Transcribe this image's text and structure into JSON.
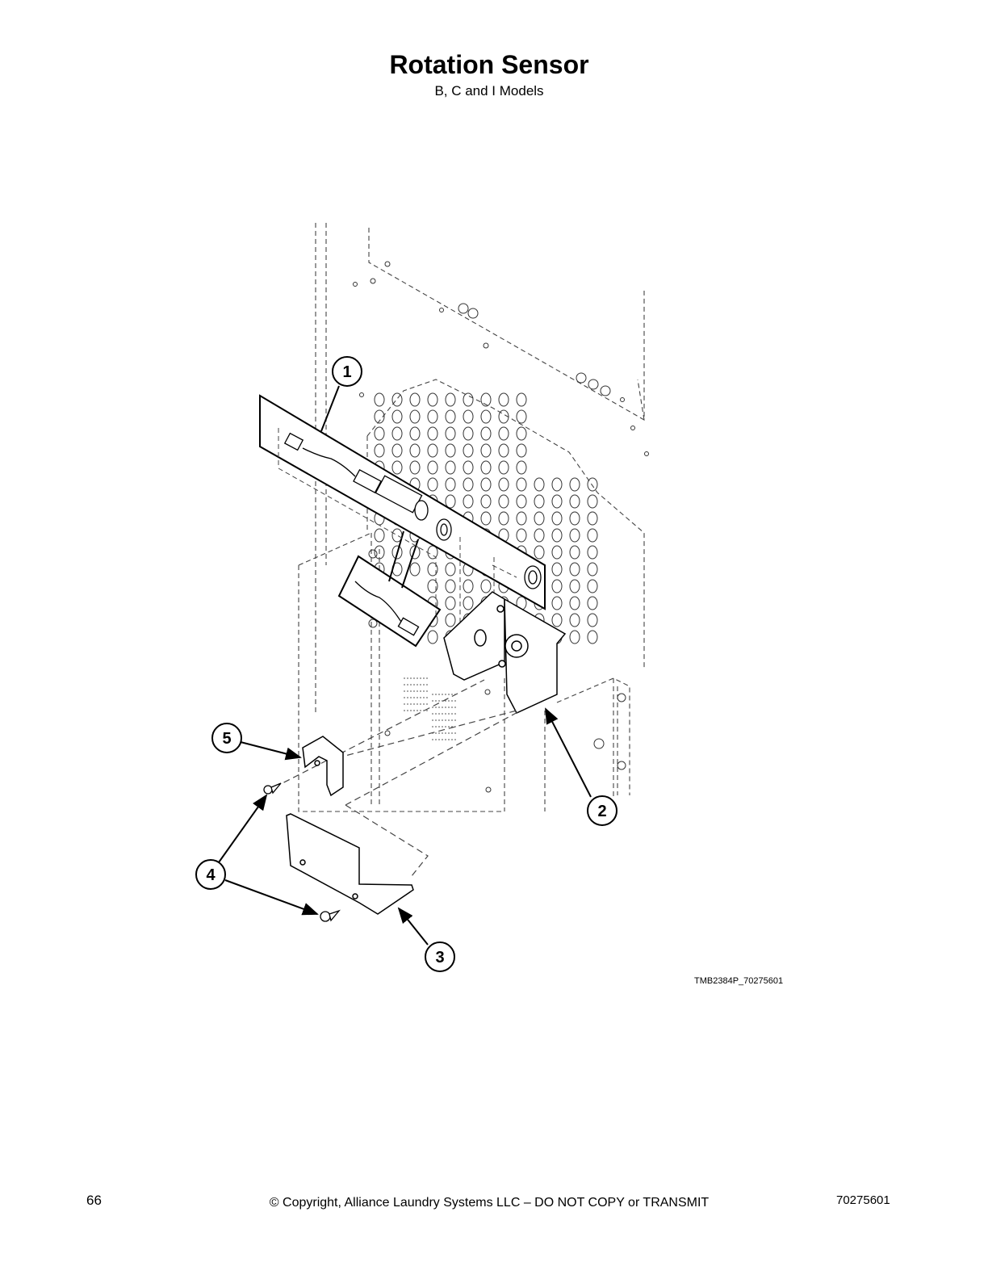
{
  "page": {
    "title": "Rotation Sensor",
    "subtitle": "B, C and I Models",
    "figure_id": "TMB2384P_70275601",
    "page_number": "66",
    "copyright": "© Copyright, Alliance Laundry Systems LLC – DO NOT COPY or TRANSMIT",
    "document_number": "70275601"
  },
  "callouts": [
    {
      "label": "1"
    },
    {
      "label": "2"
    },
    {
      "label": "3"
    },
    {
      "label": "4"
    },
    {
      "label": "5"
    }
  ]
}
